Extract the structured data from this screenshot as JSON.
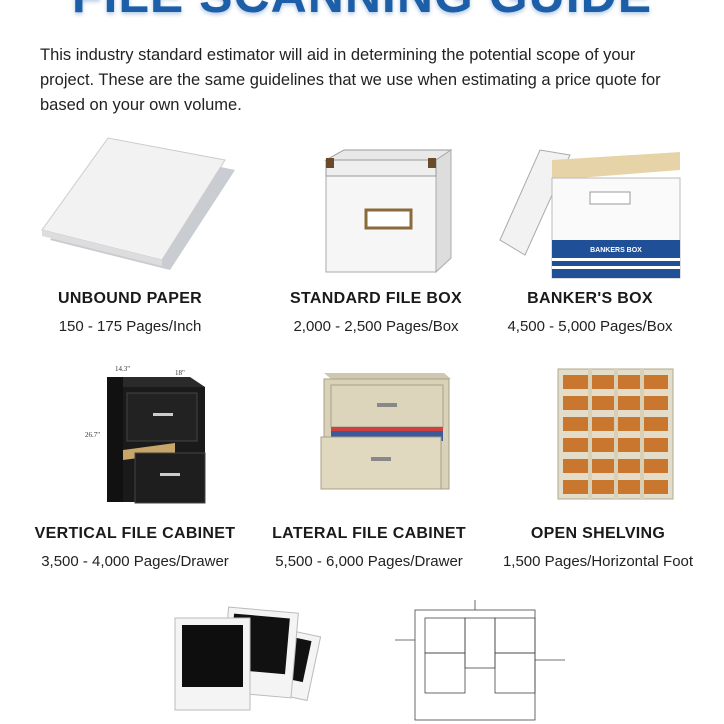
{
  "title": "FILE SCANNING GUIDE",
  "intro": "This industry standard estimator will aid in determining the potential scope of your project. These are the same guidelines that we use when estimating a price quote for based on your own volume.",
  "items": [
    {
      "name": "UNBOUND PAPER",
      "value": "150 - 175 Pages/Inch",
      "icon": "paper-stack-icon"
    },
    {
      "name": "STANDARD FILE BOX",
      "value": "2,000 - 2,500 Pages/Box",
      "icon": "file-box-icon"
    },
    {
      "name": "BANKER'S BOX",
      "value": "4,500 - 5,000 Pages/Box",
      "icon": "bankers-box-icon",
      "box_label": "BANKERS BOX"
    },
    {
      "name": "VERTICAL FILE CABINET",
      "value": "3,500 - 4,000 Pages/Drawer",
      "icon": "vertical-cabinet-icon",
      "dims": [
        "14.3\"",
        "18\"",
        "26.7\""
      ]
    },
    {
      "name": "LATERAL FILE CABINET",
      "value": "5,500 - 6,000 Pages/Drawer",
      "icon": "lateral-cabinet-icon"
    },
    {
      "name": "OPEN SHELVING",
      "value": "1,500 Pages/Horizontal Foot",
      "icon": "open-shelving-icon"
    }
  ],
  "bottom_images": [
    "photos-icon",
    "blueprint-icon"
  ],
  "colors": {
    "title": "#1d5ea8",
    "text": "#222222"
  }
}
